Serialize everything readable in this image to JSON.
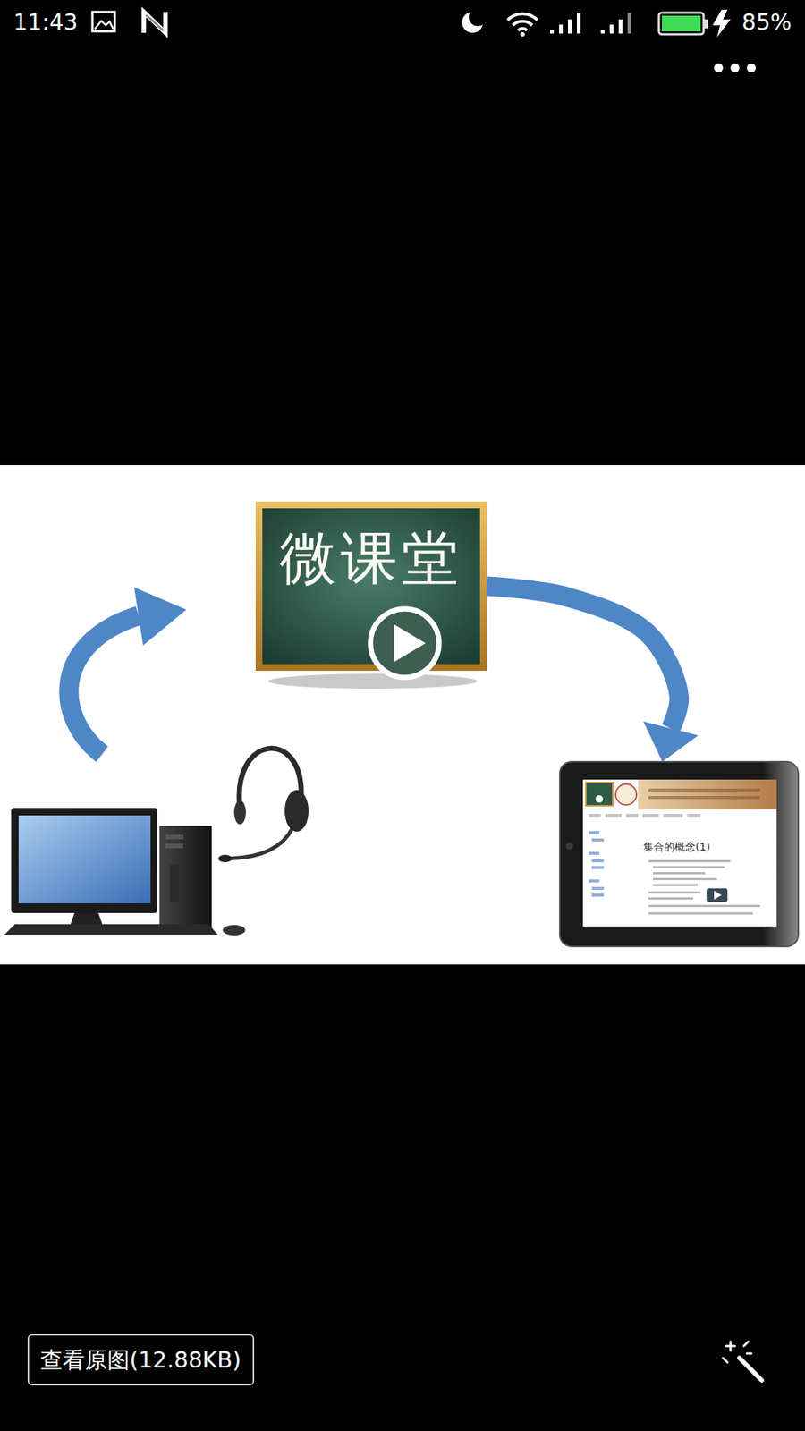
{
  "diagram": {
    "nodes": [
      {
        "text": [
          "微课堂"
        ]
      },
      {
        "text": [
          "集合的概念(1)"
        ]
      },
      {
        "text": [
          "查看原图(12.88KB)"
        ]
      }
    ],
    "edges": [
      {
        "from": 0,
        "to": 1,
        "arrow": "to"
      }
    ],
    "labels": [
      "11:43",
      "85%"
    ]
  }
}
